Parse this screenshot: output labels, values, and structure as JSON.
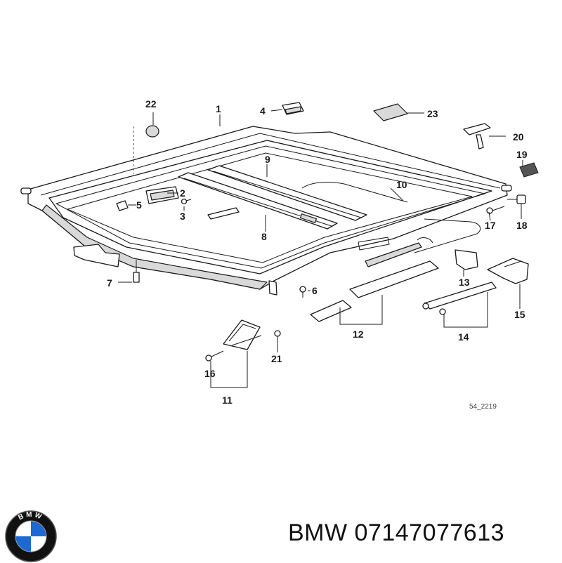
{
  "diagram": {
    "callouts": {
      "c1": "1",
      "c2": "2",
      "c3": "3",
      "c4": "4",
      "c5": "5",
      "c6": "6",
      "c7": "7",
      "c8": "8",
      "c9": "9",
      "c10": "10",
      "c11": "11",
      "c12": "12",
      "c13": "13",
      "c14": "14",
      "c15": "15",
      "c16": "16",
      "c17": "17",
      "c18": "18",
      "c19": "19",
      "c20": "20",
      "c21": "21",
      "c22": "22",
      "c23": "23"
    },
    "reference_code": "54_2219"
  },
  "brand": {
    "logo_letters": "BMW",
    "part_label": "BMW 07147077613"
  },
  "colors": {
    "line": "#1a1a1a",
    "logo_blue": "#1c69d4",
    "logo_ring": "#111111"
  }
}
